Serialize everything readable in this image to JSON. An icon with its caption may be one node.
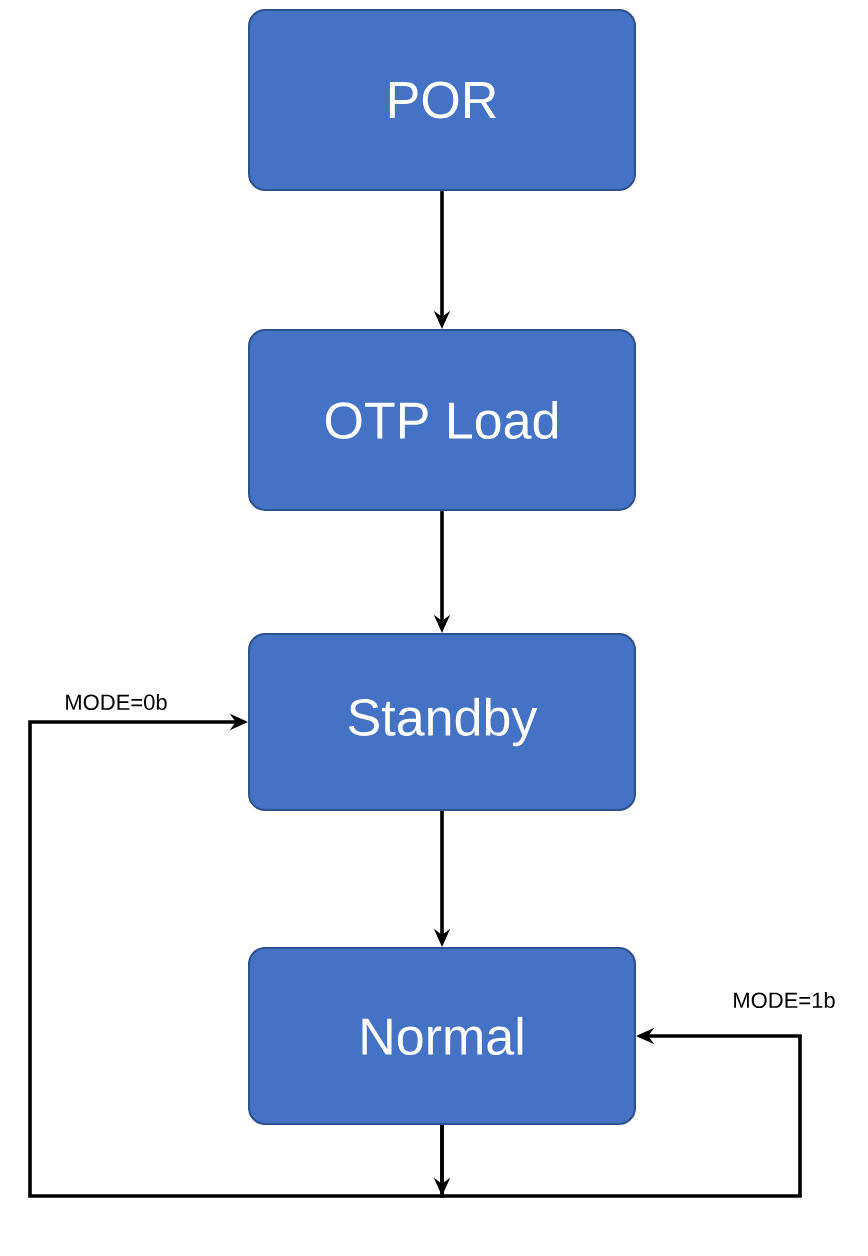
{
  "diagram": {
    "nodes": [
      {
        "text": [
          "POR"
        ]
      },
      {
        "text": [
          "OTP Load"
        ]
      },
      {
        "text": [
          "Standby"
        ]
      },
      {
        "text": [
          "Normal"
        ]
      }
    ],
    "edges": [
      {
        "from": 0,
        "to": 1,
        "arrow": "to"
      },
      {
        "from": 1,
        "to": 2,
        "arrow": "to"
      },
      {
        "from": 2,
        "to": 3,
        "arrow": "to"
      },
      {
        "from": 3,
        "to": 2,
        "arrow": "to",
        "label": "MODE=0b"
      },
      {
        "from": 3,
        "to": 3,
        "arrow": "to",
        "label": "MODE=1b"
      }
    ]
  }
}
